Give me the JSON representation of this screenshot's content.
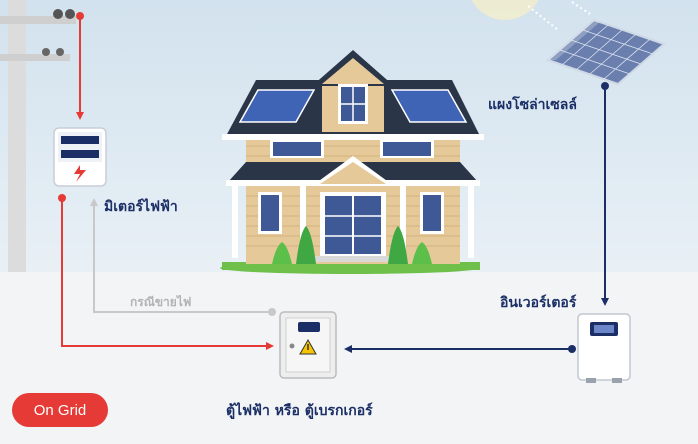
{
  "labels": {
    "solar_panel": "แผงโซล่าเซลล์",
    "meter": "มิเตอร์ไฟฟ้า",
    "grid_sell": "กรณีขายไฟ",
    "inverter": "อินเวอร์เตอร์",
    "breaker_box": "ตู้ไฟฟ้า หรือ ตู้เบรกเกอร์"
  },
  "badge": "On Grid",
  "colors": {
    "grid_line": "#e53a35",
    "dc_line": "#1b2f66",
    "sell_line": "#c8c8c8",
    "sky_top": "#d4e3ee",
    "ground": "#f2f4f6",
    "roof": "#2a3547",
    "wall": "#e6c999"
  }
}
